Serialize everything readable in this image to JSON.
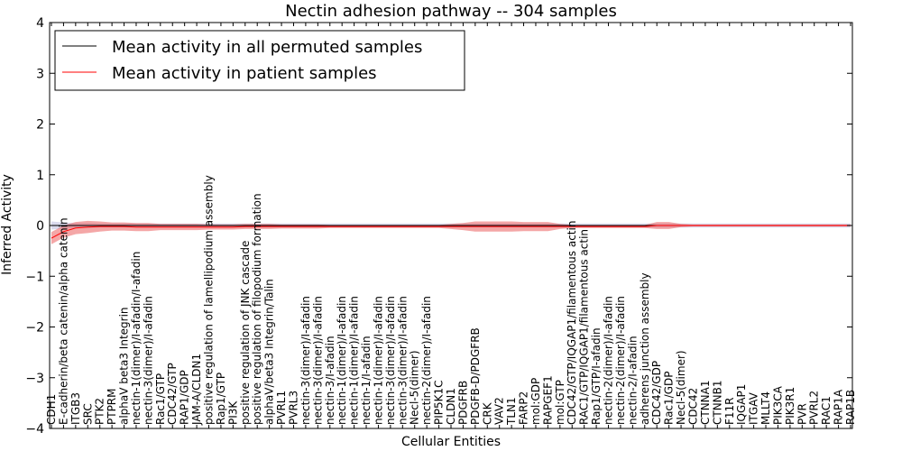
{
  "chart_data": {
    "type": "line",
    "title": "Nectin adhesion pathway -- 304 samples",
    "xlabel": "Cellular Entities",
    "ylabel": "Inferred Activity",
    "ylim": [
      -4,
      4
    ],
    "yticks": [
      -4,
      -3,
      -2,
      -1,
      0,
      1,
      2,
      3,
      4
    ],
    "legend_position": "top-left",
    "categories": [
      "CDH1",
      "E-cadherin/beta catenin/alpha catenin",
      "ITGB3",
      "SRC",
      "PTK2",
      "PTPRM",
      "alphaV beta3 Integrin",
      "nectin-1(dimer)/I-afadin/I-afadin",
      "nectin-3(dimer)/I-afadin",
      "Rac1/GTP",
      "CDC42/GTP",
      "RAP1/GDP",
      "JAM-A/CLDN1",
      "positive regulation of lamellipodium assembly",
      "Rap1/GTP",
      "PI3K",
      "positive regulation of JNK cascade",
      "positive regulation of filopodium formation",
      "alphaV/beta3 Integrin/Talin",
      "PVRL1",
      "PVRL3",
      "nectin-3(dimer)/I-afadin",
      "nectin-3(dimer)/I-afadin",
      "nectin-3/I-afadin",
      "nectin-1(dimer)/I-afadin",
      "nectin-1(dimer)/I-afadin",
      "nectin-1/I-afadin",
      "nectin-1(dimer)/I-afadin",
      "nectin-3(dimer)/I-afadin",
      "nectin-3(dimer)/I-afadin",
      "Necl-5(dimer)",
      "nectin-2(dimer)/I-afadin",
      "PIP5K1C",
      "CLDN1",
      "PDGFRB",
      "PDGFB-D/PDGFRB",
      "CRK",
      "VAV2",
      "TLN1",
      "FARP2",
      "mol:GDP",
      "RAPGEF1",
      "mol:GTP",
      "CDC42/GTP/IQGAP1/filamentous actin",
      "RAC1/GTP/IQGAP1/filamentous actin",
      "Rap1/GTP/I-afadin",
      "nectin-2(dimer)/I-afadin",
      "nectin-2(dimer)/I-afadin",
      "nectin-2/I-afadin",
      "adherens junction assembly",
      "CDC42/GDP",
      "Rac1/GDP",
      "Necl-5(dimer)",
      "CDC42",
      "CTNNA1",
      "CTNNB1",
      "F11R",
      "IQGAP1",
      "ITGAV",
      "MLLT4",
      "PIK3CA",
      "PIK3R1",
      "PVR",
      "PVRL2",
      "RAC1",
      "RAP1A",
      "RAP1B"
    ],
    "series": [
      {
        "name": "Mean activity in all permuted samples",
        "color": "#000000",
        "values": [
          0.0,
          0.0,
          0.0,
          0.0,
          0.0,
          0.0,
          0.0,
          0.0,
          0.0,
          0.0,
          0.0,
          0.0,
          0.0,
          0.0,
          0.0,
          0.0,
          0.0,
          0.0,
          0.0,
          0.0,
          0.0,
          0.0,
          0.0,
          0.0,
          0.0,
          0.0,
          0.0,
          0.0,
          0.0,
          0.0,
          0.0,
          0.0,
          0.0,
          0.0,
          0.0,
          0.0,
          0.0,
          0.0,
          0.0,
          0.0,
          0.0,
          0.0,
          0.0,
          0.0,
          0.0,
          0.0,
          0.0,
          0.0,
          0.0,
          0.0,
          0.0,
          0.0,
          0.0,
          0.0,
          0.0,
          0.0,
          0.0,
          0.0,
          0.0,
          0.0,
          0.0,
          0.0,
          0.0,
          0.0,
          0.0,
          0.0,
          0.0
        ],
        "band": [
          0.08,
          0.06,
          0.05,
          0.05,
          0.04,
          0.04,
          0.04,
          0.04,
          0.04,
          0.04,
          0.04,
          0.04,
          0.04,
          0.04,
          0.04,
          0.04,
          0.04,
          0.04,
          0.04,
          0.04,
          0.04,
          0.04,
          0.04,
          0.04,
          0.04,
          0.04,
          0.04,
          0.04,
          0.04,
          0.04,
          0.04,
          0.04,
          0.04,
          0.04,
          0.04,
          0.04,
          0.04,
          0.04,
          0.04,
          0.04,
          0.04,
          0.04,
          0.04,
          0.04,
          0.04,
          0.04,
          0.04,
          0.04,
          0.04,
          0.04,
          0.04,
          0.04,
          0.04,
          0.04,
          0.04,
          0.04,
          0.04,
          0.04,
          0.04,
          0.04,
          0.04,
          0.04,
          0.04,
          0.04,
          0.04,
          0.04,
          0.04
        ]
      },
      {
        "name": "Mean activity in patient samples",
        "color": "#ff0000",
        "values": [
          -0.25,
          -0.12,
          -0.05,
          -0.03,
          -0.02,
          -0.02,
          -0.02,
          -0.03,
          -0.03,
          -0.03,
          -0.03,
          -0.03,
          -0.03,
          -0.03,
          -0.03,
          -0.03,
          -0.02,
          -0.02,
          -0.02,
          -0.02,
          -0.02,
          -0.02,
          -0.02,
          -0.02,
          -0.02,
          -0.02,
          -0.02,
          -0.02,
          -0.02,
          -0.02,
          -0.02,
          -0.02,
          -0.02,
          -0.02,
          -0.02,
          -0.02,
          -0.02,
          -0.02,
          -0.02,
          -0.02,
          -0.02,
          -0.02,
          -0.02,
          -0.02,
          -0.02,
          -0.02,
          -0.02,
          -0.02,
          -0.02,
          -0.02,
          0.0,
          0.0,
          0.0,
          0.0,
          0.0,
          0.0,
          0.0,
          0.0,
          0.0,
          0.0,
          0.0,
          0.0,
          0.0,
          0.0,
          0.0,
          0.0,
          0.0
        ],
        "band": [
          0.12,
          0.12,
          0.12,
          0.12,
          0.1,
          0.08,
          0.08,
          0.08,
          0.08,
          0.06,
          0.06,
          0.06,
          0.06,
          0.05,
          0.05,
          0.05,
          0.05,
          0.05,
          0.05,
          0.04,
          0.04,
          0.04,
          0.04,
          0.03,
          0.03,
          0.03,
          0.03,
          0.03,
          0.03,
          0.03,
          0.03,
          0.03,
          0.03,
          0.05,
          0.07,
          0.1,
          0.1,
          0.1,
          0.1,
          0.09,
          0.09,
          0.09,
          0.05,
          0.03,
          0.03,
          0.03,
          0.03,
          0.03,
          0.03,
          0.03,
          0.07,
          0.07,
          0.03,
          0.02,
          0.02,
          0.02,
          0.02,
          0.02,
          0.02,
          0.02,
          0.02,
          0.02,
          0.02,
          0.02,
          0.02,
          0.02,
          0.02
        ]
      }
    ]
  }
}
